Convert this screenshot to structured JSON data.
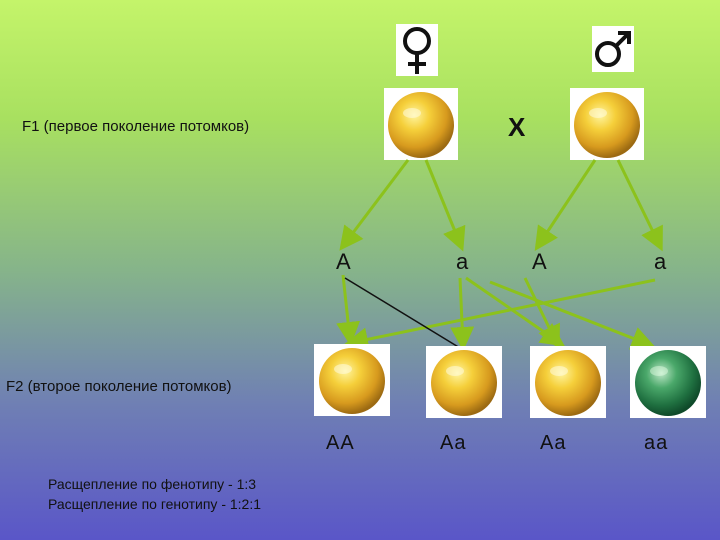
{
  "f1_label": "F1 (первое поколение потомков)",
  "f2_label": "F2 (второе поколение потомков)",
  "cross_symbol": "X",
  "parents": [
    {
      "sex": "female",
      "symbol_icon": "female-symbol-icon",
      "pea_color": "yellow"
    },
    {
      "sex": "male",
      "symbol_icon": "male-symbol-icon",
      "pea_color": "yellow"
    }
  ],
  "gametes": [
    "A",
    "a",
    "A",
    "a"
  ],
  "offspring": [
    {
      "genotype": "AA",
      "pea_color": "yellow"
    },
    {
      "genotype": "Aa",
      "pea_color": "yellow"
    },
    {
      "genotype": "Aa",
      "pea_color": "yellow"
    },
    {
      "genotype": "aa",
      "pea_color": "green"
    }
  ],
  "ratios": {
    "phenotype": "Расщепление по фенотипу -  1:3",
    "genotype": "Расщепление по генотипу  - 1:2:1"
  },
  "colors": {
    "arrow": "#8cc21c",
    "yellow_pea": "#e0b022",
    "green_pea": "#2f8a4e"
  }
}
